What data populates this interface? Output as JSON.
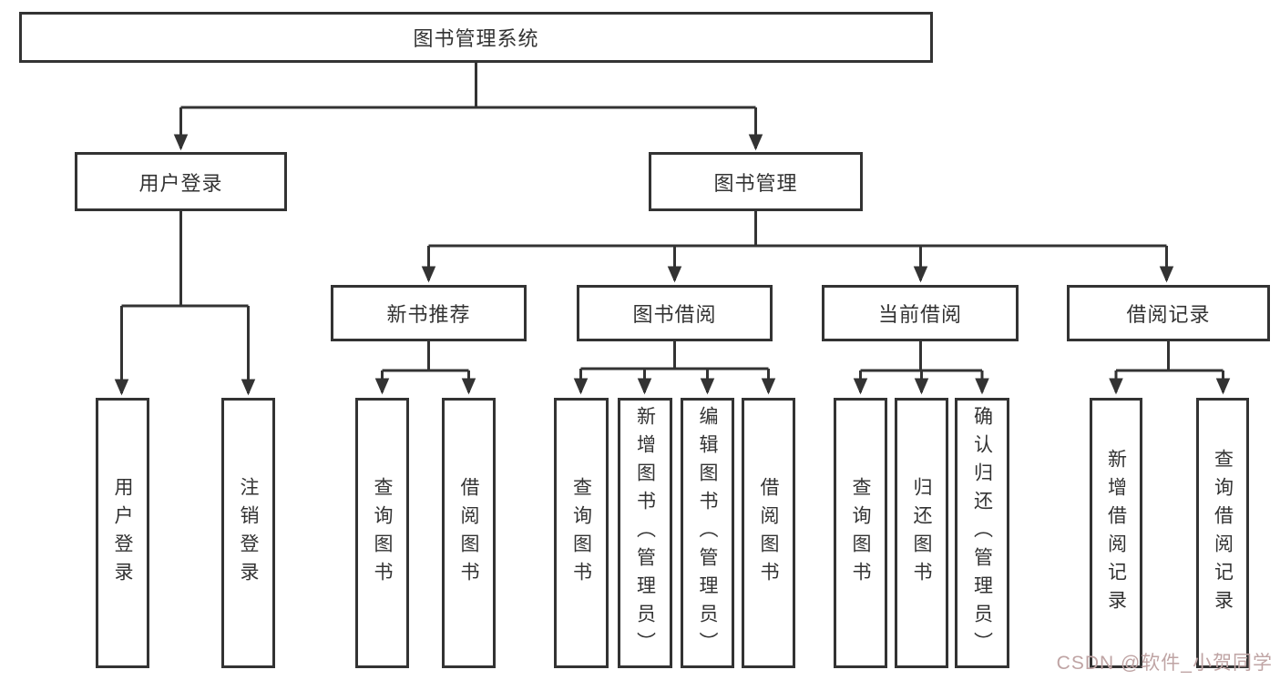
{
  "diagram": {
    "line_color": "#333333",
    "box_background": "#ffffff",
    "text_color": "#333333",
    "tree": {
      "label": "图书管理系统",
      "children": [
        {
          "label": "用户登录",
          "children": [
            {
              "label": "用户登录"
            },
            {
              "label": "注销登录"
            }
          ]
        },
        {
          "label": "图书管理",
          "children": [
            {
              "label": "新书推荐",
              "children": [
                {
                  "label": "查询图书"
                },
                {
                  "label": "借阅图书"
                }
              ]
            },
            {
              "label": "图书借阅",
              "children": [
                {
                  "label": "查询图书"
                },
                {
                  "label": "新增图书（管理员）"
                },
                {
                  "label": "编辑图书（管理员）"
                },
                {
                  "label": "借阅图书"
                }
              ]
            },
            {
              "label": "当前借阅",
              "children": [
                {
                  "label": "查询图书"
                },
                {
                  "label": "归还图书"
                },
                {
                  "label": "确认归还（管理员）"
                }
              ]
            },
            {
              "label": "借阅记录",
              "children": [
                {
                  "label": "新增借阅记录"
                },
                {
                  "label": "查询借阅记录"
                }
              ]
            }
          ]
        }
      ]
    }
  },
  "watermark": {
    "text": "CSDN @软件_小贺同学",
    "color": "#bfa4a4"
  }
}
